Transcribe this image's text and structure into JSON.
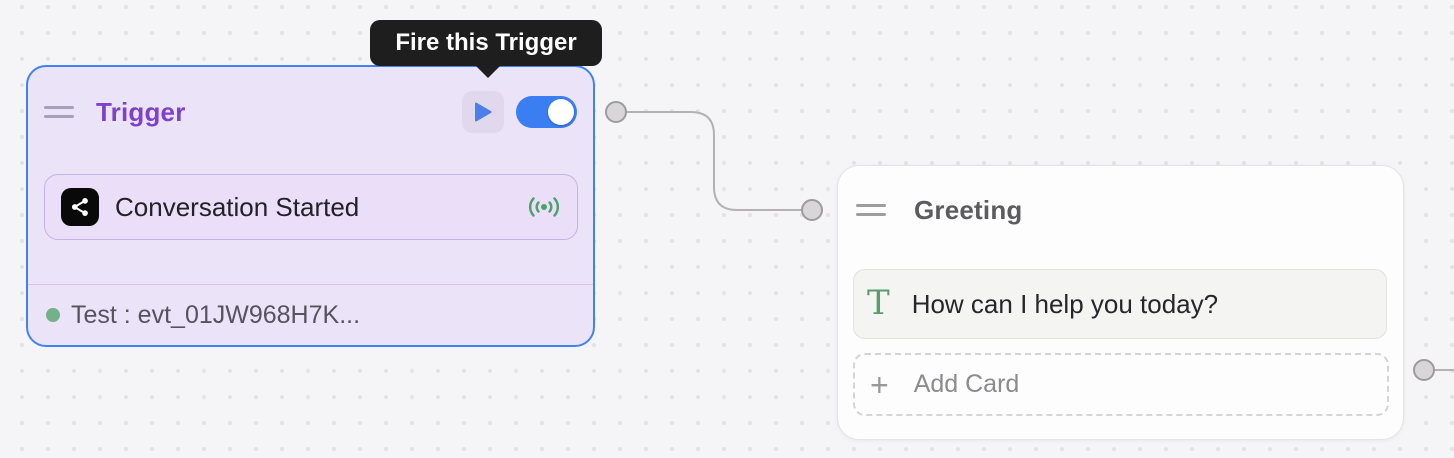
{
  "tooltip": {
    "text": "Fire this Trigger"
  },
  "trigger_node": {
    "title": "Trigger",
    "enabled_toggle_on": true,
    "card": {
      "label": "Conversation Started",
      "icon": "share-icon",
      "status_icon": "broadcast-icon"
    },
    "footer": {
      "text": "Test : evt_01JW968H7K..."
    }
  },
  "greeting_node": {
    "title": "Greeting",
    "card": {
      "icon": "text-icon",
      "icon_glyph": "T",
      "text": "How can I help you today?"
    },
    "add_card": {
      "plus_glyph": "+",
      "label": "Add Card"
    }
  },
  "colors": {
    "canvas_bg": "#f5f4f6",
    "canvas_dots": "#e4e2e5",
    "trigger_bg": "#ebe3f7",
    "trigger_selected_border": "#3f83f2",
    "trigger_title": "#7c42cb",
    "trigger_card_border": "#c6b2e6",
    "toggle_on": "#3b7ef2",
    "play_icon": "#4a80e8",
    "broadcast_icon": "#4ba06b",
    "status_dot": "#72b189",
    "footer_text": "#56525f",
    "greeting_bg": "#fdfdfd",
    "greeting_title": "#5c5b5e",
    "text_icon": "#5a9c6c",
    "tooltip_bg": "#1e1e1f",
    "wire": "#b3b1b5",
    "port_fill": "#d8d6d9"
  }
}
